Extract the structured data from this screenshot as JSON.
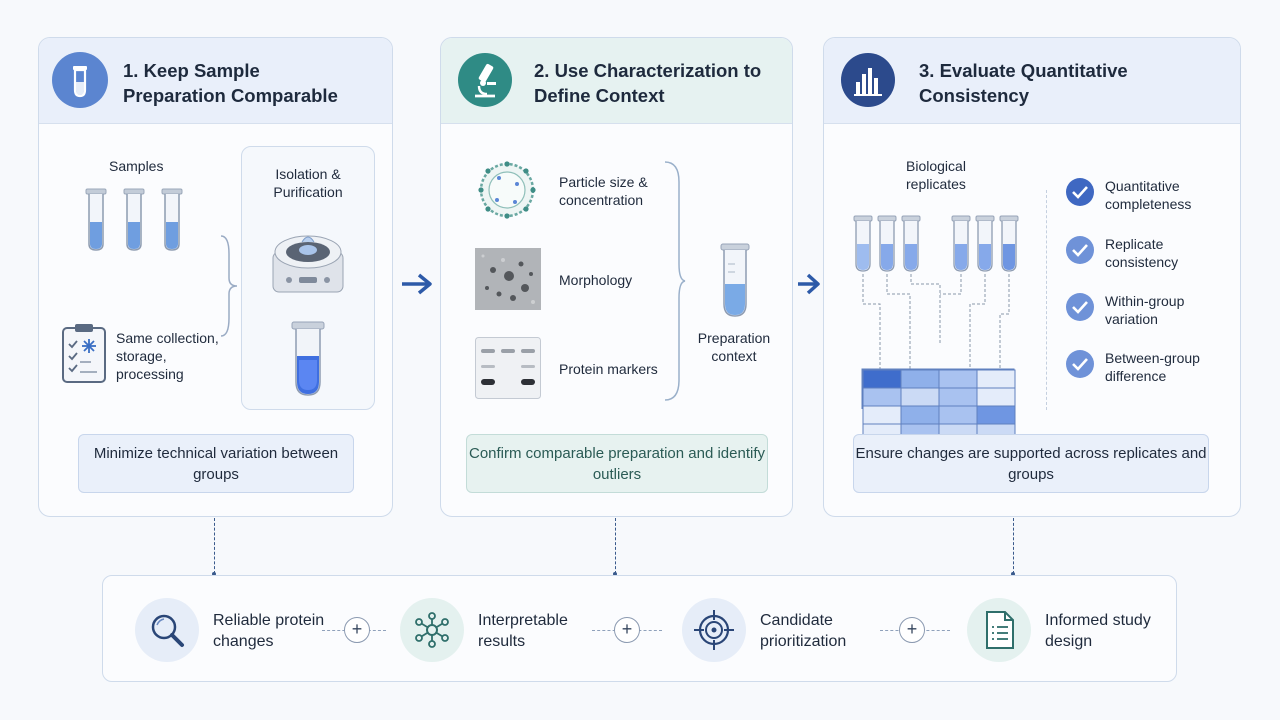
{
  "steps": [
    {
      "title": "1. Keep Sample Preparation Comparable",
      "samples_label": "Samples",
      "isolation_label": "Isolation & Purification",
      "collection_label": "Same collection, storage, processing",
      "summary": "Minimize technical variation between groups"
    },
    {
      "title": "2. Use Characterization to Define Context",
      "items": [
        "Particle size & concentration",
        "Morphology",
        "Protein markers"
      ],
      "context_label": "Preparation context",
      "summary": "Confirm comparable preparation and identify outliers"
    },
    {
      "title": "3. Evaluate Quantitative Consistency",
      "replicates_label": "Biological replicates",
      "checks": [
        "Quantitative completeness",
        "Replicate consistency",
        "Within-group variation",
        "Between-group difference"
      ],
      "summary": "Ensure changes are supported across replicates and groups"
    }
  ],
  "outcomes": [
    {
      "label": "Reliable protein changes",
      "icon": "magnifier-icon"
    },
    {
      "label": "Interpretable results",
      "icon": "network-icon"
    },
    {
      "label": "Candidate prioritization",
      "icon": "target-icon"
    },
    {
      "label": "Informed study design",
      "icon": "document-icon"
    }
  ],
  "plus_symbol": "+",
  "colors": {
    "blue_accent": "#4a72c4",
    "teal_accent": "#2f8b85",
    "navy": "#2c4a8c",
    "arrow": "#2d5aa8"
  }
}
